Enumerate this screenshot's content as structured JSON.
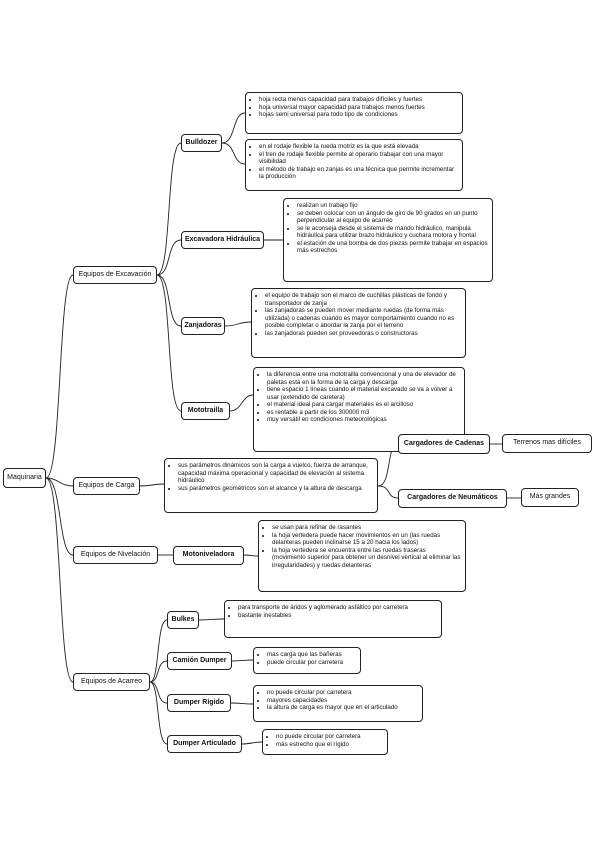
{
  "root": "Maquinaria",
  "categories": {
    "excavacion": "Equipos de Excavación",
    "carga": "Equipos de Carga",
    "nivelacion": "Equipos de Nivelación",
    "acarreo": "Equipos de Acarreo"
  },
  "machines": {
    "bulldozer": "Bulldozer",
    "excavadora": "Excavadora Hidráulica",
    "zanjadoras": "Zanjadoras",
    "mototrailla": "Mototrailla",
    "motoniveladora": "Motoniveladora",
    "bulkes": "Bulkes",
    "camion_dumper": "Camión Dumper",
    "dumper_rigido": "Dumper Rígido",
    "dumper_articulado": "Dumper Articulado",
    "cargadores_cadenas": "Cargadores de Cadenas",
    "cargadores_neumaticos": "Cargadores de Neumáticos"
  },
  "leaves": {
    "cadenas": "Terrenos mas difíciles",
    "neumaticos": "Más grandes"
  },
  "notes": {
    "bulldozer_a": [
      "hoja recta menos capacidad para trabajos difíciles y fuertes",
      "hoja universal mayor capacidad para trabajos menos fuertes",
      "hojas semi universal para todo tipo de condiciones"
    ],
    "bulldozer_b": [
      "en el rodaje flexible la rueda motriz es la que está elevada",
      "el tren de rodaje flexible permite al operario trabajar con una mayor visibilidad",
      "el método de trabajo en zanjas es una técnica que permite incrementar la producción"
    ],
    "excavadora": [
      "realizan un trabajo fijo",
      "se deben colocar con un ángulo de giro de 90 grados en un punto perpendicular al equipo de acarreo",
      "se le aconseja desde el sistema de mando hidráulico, manipula hidráulica para utilizar brazo hidráulico y cuchara motora y frontal",
      "el estación de una bomba de dos piezas permite trabajar en espacios más estrechos"
    ],
    "zanjadoras": [
      "el equipo de trabajo son el marco de cuchillas plásticas de fondo y transportador de zanja",
      "las zanjadoras se pueden mover mediante ruedas (de forma más utilizada) o cadenas cuando es mayor comportamiento cuando no es posible completar o abordar la zanja por el terreno",
      "las zanjadoras pueden ser proveedoras o constructoras"
    ],
    "mototrailla": [
      "la diferencia entre una mototrailla convencional y una de elevador de paletas está en la forma de la carga y descarga",
      "tiene espacio 1 líneas cuando el material excavado se va a volver a usar (extendido de caretera)",
      "el material ideal para cargar materiales es el arcilloso",
      "es rentable a partir de los 300000 m3",
      "muy versátil en condiciones meteorológicas"
    ],
    "carga": [
      "sus parámetros dinámicos son la carga a vuelco, fuerza de arranque, capacidad máxima operacional y capacidad de elevación al sistema hidráulico",
      "sus parámetros geométricos son el alcance y la altura de descarga"
    ],
    "motoniveladora": [
      "se usan para refinar de rasantes",
      "la hoja vertedera puede hacer movimientos en un (las ruedas delanteras pueden inclinarse 15 a 20 hacia los lados)",
      "la hoja vertedera se encuentra entre las ruedas traseras (movimiento superior para obtener un desnivel vertical al eliminar las irregularidades) y ruedas delanteras"
    ],
    "bulkes": [
      "para transporte de áridos y aglomerado asfáltico por carretera",
      "bastante inestables"
    ],
    "camion_dumper": [
      "mas carga que las bañeras",
      "puede circular por carretera"
    ],
    "dumper_rigido": [
      "no puede circular por carretera",
      "mayores capacidades",
      "la altura de carga es mayor que en el articulado"
    ],
    "dumper_articulado": [
      "no puede circular por carretera",
      "más estrecho que el rígido"
    ]
  }
}
